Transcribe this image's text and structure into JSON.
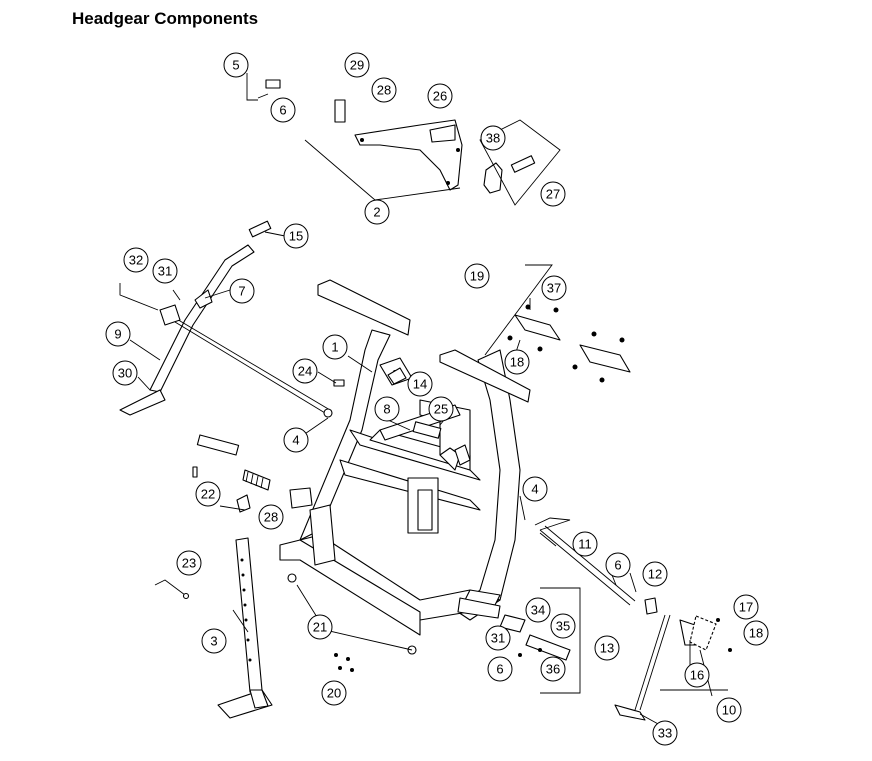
{
  "title": "Headgear Components",
  "callouts": [
    "1",
    "2",
    "3",
    "4",
    "4",
    "5",
    "6",
    "6",
    "6",
    "7",
    "8",
    "9",
    "10",
    "11",
    "12",
    "13",
    "14",
    "15",
    "16",
    "17",
    "18",
    "18",
    "19",
    "20",
    "21",
    "22",
    "23",
    "24",
    "25",
    "26",
    "27",
    "28",
    "28",
    "29",
    "30",
    "31",
    "31",
    "32",
    "33",
    "34",
    "35",
    "36",
    "37",
    "38"
  ]
}
